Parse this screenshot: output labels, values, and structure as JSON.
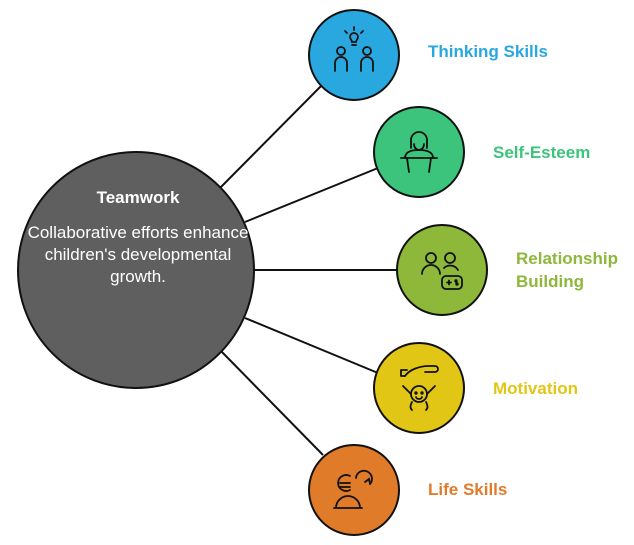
{
  "center": {
    "title": "Teamwork",
    "description": "Collaborative efforts enhance children's developmental growth.",
    "fill": "#5f5f5f"
  },
  "nodes": [
    {
      "id": "thinking",
      "label": "Thinking Skills",
      "color": "#29a8e0",
      "icon": "people-lightbulb-icon"
    },
    {
      "id": "esteem",
      "label": "Self-Esteem",
      "color": "#3cc47c",
      "icon": "person-podium-icon"
    },
    {
      "id": "relationship",
      "label": "Relationship Building",
      "color": "#8db83a",
      "icon": "people-gamepad-icon"
    },
    {
      "id": "motivation",
      "label": "Motivation",
      "color": "#e2c616",
      "icon": "hand-over-child-icon"
    },
    {
      "id": "life",
      "label": "Life Skills",
      "color": "#e07b2a",
      "icon": "person-cycle-icon"
    }
  ]
}
